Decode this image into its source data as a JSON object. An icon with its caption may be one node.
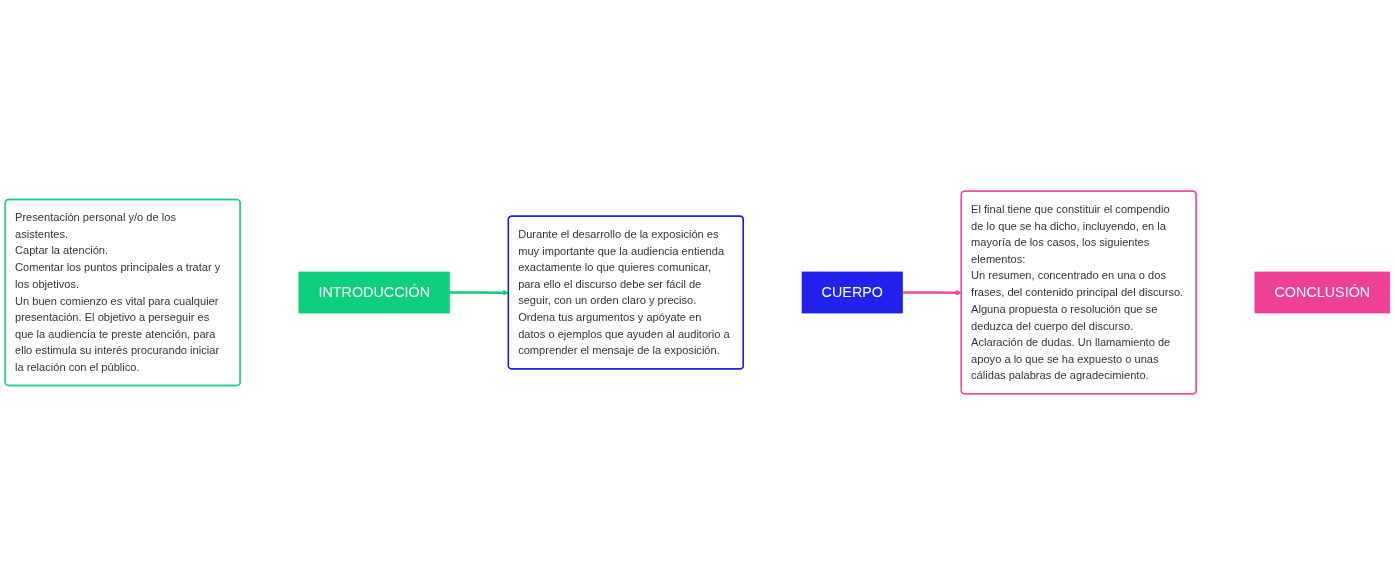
{
  "diagram": {
    "nodes": [
      {
        "text": [
          "Presentación personal y/o de los asistentes.",
          "Captar la atención.",
          "Comentar los puntos principales a tratar y los objetivos.",
          "Un buen comienzo es vital para cualquier presentación. El objetivo a perseguir es que la audiencia te preste atención, para ello estimula su interés procurando iniciar la relación con el público."
        ]
      },
      {
        "text": [
          "INTRODUCCIÓN"
        ]
      },
      {
        "text": [
          "CUERPO"
        ]
      },
      {
        "text": [
          "Durante el desarrollo de la exposición es muy importante que la audiencia entienda exactamente lo que quieres comunicar, para ello el discurso debe ser fácil de seguir, con un orden claro y preciso.",
          "Ordena tus argumentos y apóyate en datos o ejemplos que ayuden al auditorio a comprender el mensaje de la exposición."
        ]
      },
      {
        "text": [
          "El final tiene que constituir el compendio de lo que se ha dicho, incluyendo, en la mayoría de los casos, los siguientes elementos:",
          "Un resumen, concentrado en una o dos frases, del contenido principal del discurso.",
          "Alguna propuesta o resolución que se deduzca del cuerpo del discurso.",
          "Aclaración de dudas. Un llamamiento de apoyo a lo que se ha expuesto o unas cálidas palabras de agradecimiento."
        ]
      },
      {
        "text": [
          "CONCLUSIÓN"
        ]
      }
    ],
    "edges": [
      {
        "from": 1,
        "to": 3,
        "arrow": "to",
        "color": "#12c97a"
      },
      {
        "from": 2,
        "to": 4,
        "arrow": "to",
        "color": "#ec4a9c"
      }
    ]
  }
}
